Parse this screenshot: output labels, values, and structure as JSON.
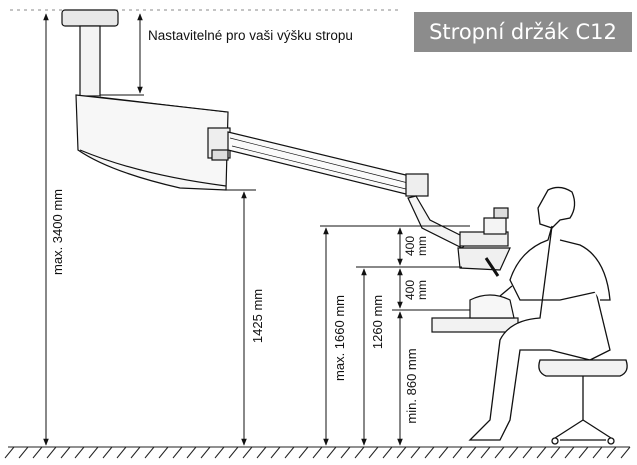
{
  "title": "Stropní držák C12",
  "note": "Nastavitelné pro vaši výšku stropu",
  "dimensions": {
    "max_height": "max. 3400 mm",
    "arm_height": "1425 mm",
    "max_ocular": "max. 1660 mm",
    "eye_height": "1260 mm",
    "min_table": "min. 860 mm",
    "upper_range": [
      "400",
      "mm"
    ],
    "lower_range": [
      "400",
      "mm"
    ]
  },
  "colors": {
    "badge": "#8c8c8c",
    "line": "#111111"
  }
}
